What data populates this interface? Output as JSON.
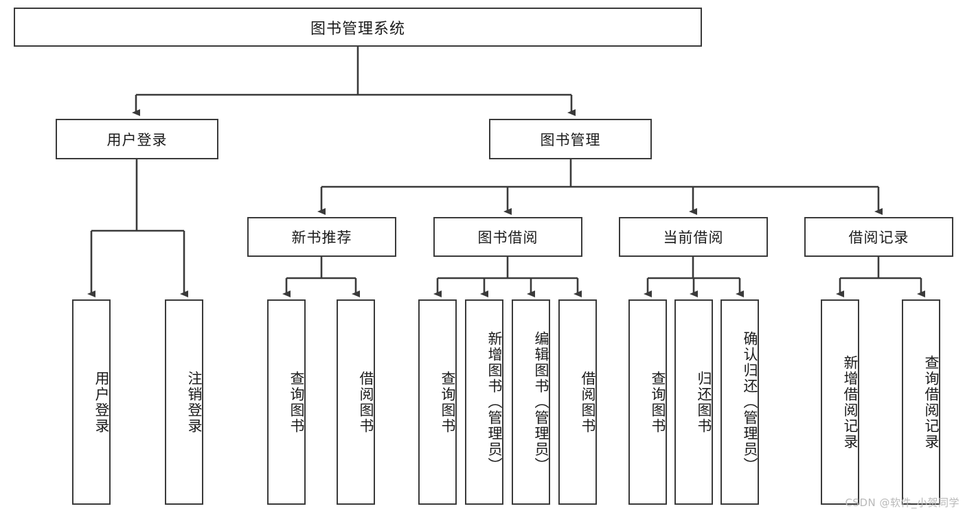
{
  "diagram": {
    "type": "hierarchy-tree",
    "title_node": {
      "label": "图书管理系统"
    },
    "level2": [
      {
        "id": "user-login",
        "label": "用户登录"
      },
      {
        "id": "book-management",
        "label": "图书管理"
      }
    ],
    "level3": [
      {
        "id": "new-book-recommend",
        "label": "新书推荐",
        "parent": "book-management"
      },
      {
        "id": "book-borrow",
        "label": "图书借阅",
        "parent": "book-management"
      },
      {
        "id": "current-borrow",
        "label": "当前借阅",
        "parent": "book-management"
      },
      {
        "id": "borrow-record",
        "label": "借阅记录",
        "parent": "book-management"
      }
    ],
    "leaves": {
      "user_login": [
        {
          "id": "leaf-user-login",
          "label": "用户登录"
        },
        {
          "id": "leaf-logout-login",
          "label": "注销登录"
        }
      ],
      "new_book_recommend": [
        {
          "id": "leaf-query-book-1",
          "label": "查询图书"
        },
        {
          "id": "leaf-borrow-book-1",
          "label": "借阅图书"
        }
      ],
      "book_borrow": [
        {
          "id": "leaf-query-book-2",
          "label": "查询图书"
        },
        {
          "id": "leaf-add-book",
          "label": "新增图书（管理员）"
        },
        {
          "id": "leaf-edit-book",
          "label": "编辑图书（管理员）"
        },
        {
          "id": "leaf-borrow-book-2",
          "label": "借阅图书"
        }
      ],
      "current_borrow": [
        {
          "id": "leaf-query-book-3",
          "label": "查询图书"
        },
        {
          "id": "leaf-return-book",
          "label": "归还图书"
        },
        {
          "id": "leaf-confirm-return",
          "label": "确认归还（管理员）"
        }
      ],
      "borrow_record": [
        {
          "id": "leaf-add-record",
          "label": "新增借阅记录"
        },
        {
          "id": "leaf-query-record",
          "label": "查询借阅记录"
        }
      ]
    }
  },
  "watermark": {
    "text": "CSDN @软件_小贺同学"
  },
  "colors": {
    "stroke": "#3a3a3a",
    "background": "#ffffff",
    "text": "#1b1b1b",
    "watermark": "#b9b9b9"
  }
}
